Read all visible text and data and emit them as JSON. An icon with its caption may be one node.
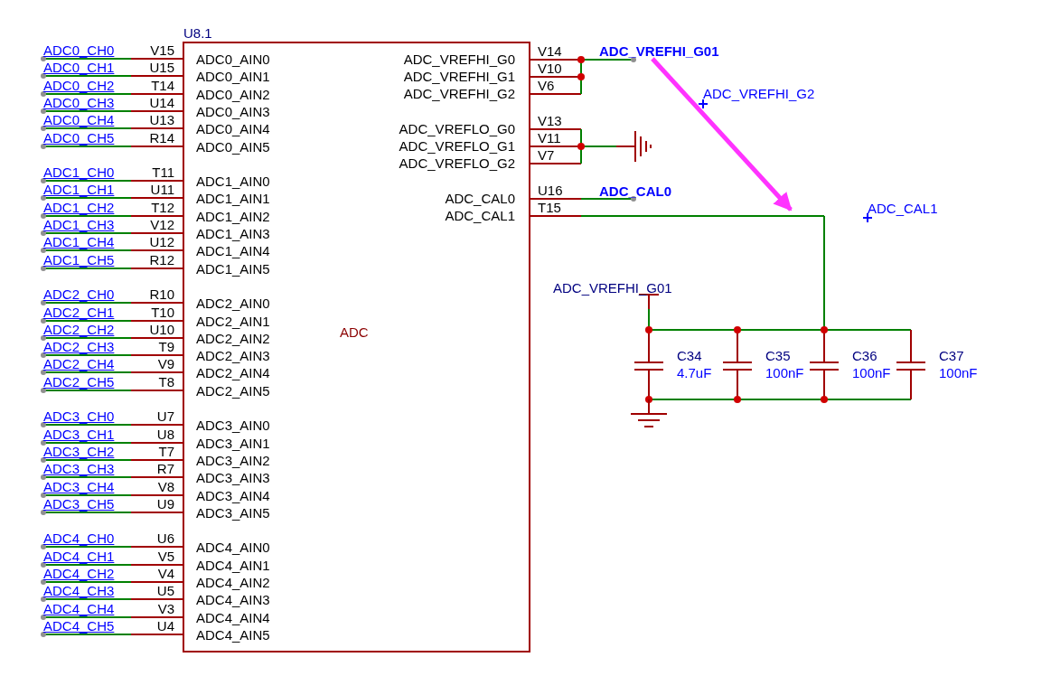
{
  "diagram": {
    "nodes": [
      {
        "text": [
          "ADC"
        ],
        "beside": [
          "U8.1"
        ]
      },
      {
        "text": [
          "ADC_VREFHI_G01"
        ]
      }
    ],
    "edges": [
      {
        "from": 1,
        "to": null,
        "arrow": "to",
        "style": "thick",
        "color": "#ff33ff"
      },
      {
        "from": 0,
        "to": 1,
        "arrow": "none",
        "color": "#008000"
      }
    ],
    "labels": [
      "ADC0_CH0",
      "V15",
      "ADC0_AIN0",
      "ADC0_CH1",
      "U15",
      "ADC0_AIN1",
      "ADC0_CH2",
      "T14",
      "ADC0_AIN2",
      "ADC0_CH3",
      "U14",
      "ADC0_AIN3",
      "ADC0_CH4",
      "U13",
      "ADC0_AIN4",
      "ADC0_CH5",
      "R14",
      "ADC0_AIN5",
      "ADC1_CH0",
      "T11",
      "ADC1_AIN0",
      "ADC1_CH1",
      "U11",
      "ADC1_AIN1",
      "ADC1_CH2",
      "T12",
      "ADC1_AIN2",
      "ADC1_CH3",
      "V12",
      "ADC1_AIN3",
      "ADC1_CH4",
      "U12",
      "ADC1_AIN4",
      "ADC1_CH5",
      "R12",
      "ADC1_AIN5",
      "ADC2_CH0",
      "R10",
      "ADC2_AIN0",
      "ADC2_CH1",
      "T10",
      "ADC2_AIN1",
      "ADC2_CH2",
      "U10",
      "ADC2_AIN2",
      "ADC2_CH3",
      "T9",
      "ADC2_AIN3",
      "ADC2_CH4",
      "V9",
      "ADC2_AIN4",
      "ADC2_CH5",
      "T8",
      "ADC2_AIN5",
      "ADC3_CH0",
      "U7",
      "ADC3_AIN0",
      "ADC3_CH1",
      "U8",
      "ADC3_AIN1",
      "ADC3_CH2",
      "T7",
      "ADC3_AIN2",
      "ADC3_CH3",
      "R7",
      "ADC3_AIN3",
      "ADC3_CH4",
      "V8",
      "ADC3_AIN4",
      "ADC3_CH5",
      "U9",
      "ADC3_AIN5",
      "ADC4_CH0",
      "U6",
      "ADC4_AIN0",
      "ADC4_CH1",
      "V5",
      "ADC4_AIN1",
      "ADC4_CH2",
      "V4",
      "ADC4_AIN2",
      "ADC4_CH3",
      "U5",
      "ADC4_AIN3",
      "ADC4_CH4",
      "V3",
      "ADC4_AIN4",
      "ADC4_CH5",
      "U4",
      "ADC4_AIN5",
      "ADC_VREFHI_G0",
      "V14",
      "ADC_VREFHI_G1",
      "V10",
      "ADC_VREFHI_G2",
      "V6",
      "ADC_VREFLO_G0",
      "V13",
      "ADC_VREFLO_G1",
      "V11",
      "ADC_VREFLO_G2",
      "V7",
      "ADC_CAL0",
      "U16",
      "ADC_CAL1",
      "T15",
      "ADC_VREFHI_G2",
      "ADC_CAL0",
      "ADC_CAL1",
      "ADC_VREFHI_G01",
      "C34",
      "4.7uF",
      "C35",
      "100nF",
      "C36",
      "100nF",
      "C37",
      "100nF"
    ]
  }
}
